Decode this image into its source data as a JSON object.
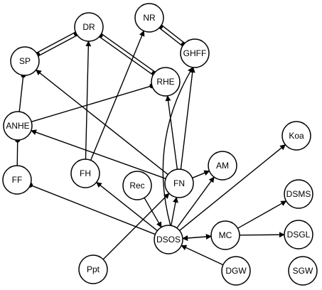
{
  "colors": {
    "stroke": "#000000",
    "fill": "#ffffff"
  },
  "nodes": [
    {
      "id": "DR",
      "label": "DR"
    },
    {
      "id": "NR",
      "label": "NR"
    },
    {
      "id": "SP",
      "label": "SP"
    },
    {
      "id": "GHFF",
      "label": "GHFF"
    },
    {
      "id": "RHE",
      "label": "RHE"
    },
    {
      "id": "ANHE",
      "label": "ANHE"
    },
    {
      "id": "Koa",
      "label": "Koa"
    },
    {
      "id": "FF",
      "label": "FF"
    },
    {
      "id": "FH",
      "label": "FH"
    },
    {
      "id": "AM",
      "label": "AM"
    },
    {
      "id": "Rec",
      "label": "Rec"
    },
    {
      "id": "FN",
      "label": "FN"
    },
    {
      "id": "DSMS",
      "label": "DSMS"
    },
    {
      "id": "DSOS",
      "label": "DSOS"
    },
    {
      "id": "MC",
      "label": "MC"
    },
    {
      "id": "DSGL",
      "label": "DSGL"
    },
    {
      "id": "Ppt",
      "label": "Ppt"
    },
    {
      "id": "DGW",
      "label": "DGW"
    },
    {
      "id": "SGW",
      "label": "SGW"
    }
  ],
  "edges": [
    {
      "from": "SP",
      "to": "DR",
      "type": "double"
    },
    {
      "from": "RHE",
      "to": "DR",
      "type": "double"
    },
    {
      "from": "GHFF",
      "to": "NR",
      "type": "double"
    },
    {
      "from": "ANHE",
      "to": "SP",
      "type": "dot"
    },
    {
      "from": "ANHE",
      "to": "RHE",
      "type": "dot"
    },
    {
      "from": "FF",
      "to": "ANHE",
      "type": "dot"
    },
    {
      "from": "FH",
      "to": "DR",
      "type": "arrow"
    },
    {
      "from": "FH",
      "to": "NR",
      "type": "arrow"
    },
    {
      "from": "FN",
      "to": "SP",
      "type": "arrow"
    },
    {
      "from": "FN",
      "to": "ANHE",
      "type": "arrow"
    },
    {
      "from": "FN",
      "to": "RHE",
      "type": "arrow"
    },
    {
      "from": "FN",
      "to": "GHFF",
      "type": "arrow"
    },
    {
      "from": "FN",
      "to": "AM",
      "type": "arrow"
    },
    {
      "from": "DSOS",
      "to": "GHFF",
      "type": "arrow"
    },
    {
      "from": "DSOS",
      "to": "FH",
      "type": "arrow"
    },
    {
      "from": "DSOS",
      "to": "FN",
      "type": "arrow"
    },
    {
      "from": "DSOS",
      "to": "AM",
      "type": "arrow"
    },
    {
      "from": "DSOS",
      "to": "Koa",
      "type": "arrow"
    },
    {
      "from": "DSOS",
      "to": "FF",
      "type": "dot"
    },
    {
      "from": "Rec",
      "to": "DSOS",
      "type": "arrow"
    },
    {
      "from": "Ppt",
      "to": "FN",
      "type": "arrow"
    },
    {
      "from": "MC",
      "to": "DSOS",
      "type": "bidir"
    },
    {
      "from": "DGW",
      "to": "DSOS",
      "type": "arrow"
    },
    {
      "from": "MC",
      "to": "DSMS",
      "type": "arrow"
    },
    {
      "from": "MC",
      "to": "DSGL",
      "type": "arrow"
    }
  ]
}
